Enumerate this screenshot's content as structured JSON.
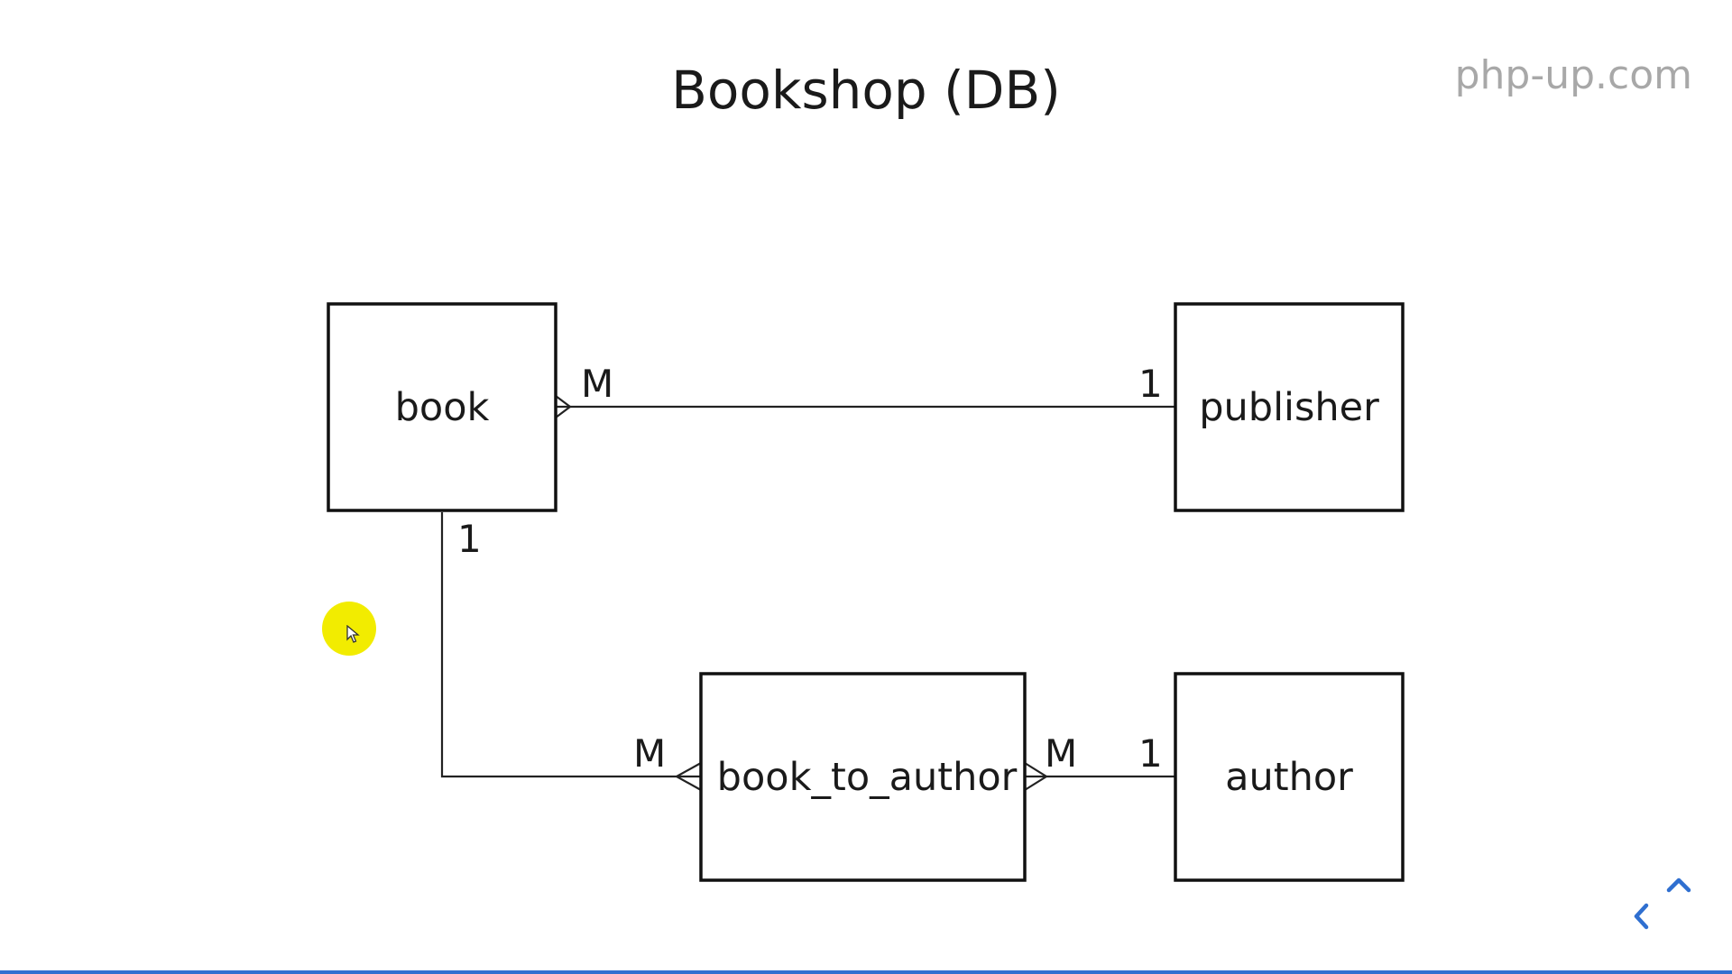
{
  "title": "Bookshop (DB)",
  "watermark": "php-up.com",
  "entities": {
    "book": "book",
    "publisher": "publisher",
    "book_to_author": "book_to_author",
    "author": "author"
  },
  "relationships": [
    {
      "from": "book",
      "to": "publisher",
      "from_card": "M",
      "to_card": "1"
    },
    {
      "from": "book",
      "to": "book_to_author",
      "from_card": "1",
      "to_card": "M"
    },
    {
      "from": "book_to_author",
      "to": "author",
      "from_card": "M",
      "to_card": "1"
    }
  ],
  "icons": {
    "cursor": "cursor-arrow-icon",
    "navigation": "slide-navigation-icon"
  },
  "colors": {
    "cursor_highlight": "#f2ec00",
    "nav_accent": "#2f6fd0",
    "bottom_bar": "#2f6fd0",
    "watermark": "#a8a8a8"
  }
}
